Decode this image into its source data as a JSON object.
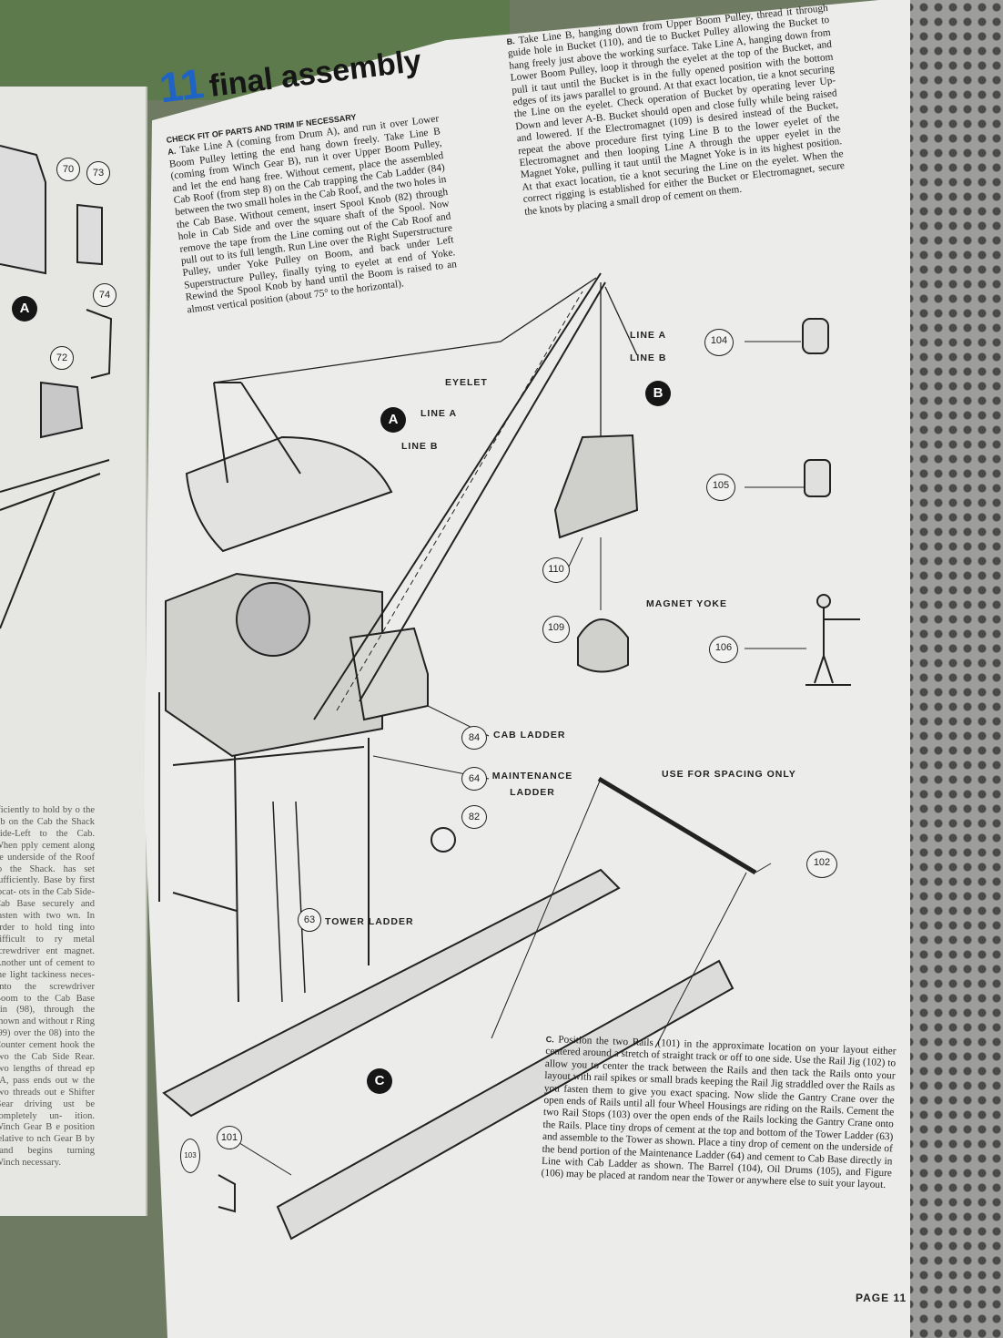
{
  "section": {
    "number": "11",
    "title": "final assembly"
  },
  "step_a": {
    "heading": "CHECK FIT OF PARTS AND TRIM IF NECESSARY",
    "marker": "A.",
    "text": "Take Line A (coming from Drum A), and run it over Lower Boom Pulley letting the end hang down freely. Take Line B (coming from Winch Gear B), run it over Upper Boom Pulley, and let the end hang free. Without cement, place the assembled Cab Roof (from step 8) on the Cab trapping the Cab Ladder (84) between the two small holes in the Cab Roof, and the two holes in the Cab Base. Without cement, insert Spool Knob (82) through hole in Cab Side and over the square shaft of the Spool. Now remove the tape from the Line coming out of the Cab Roof and pull out to its full length. Run Line over the Right Superstructure Pulley, under Yoke Pulley on Boom, and back under Left Superstructure Pulley, finally tying to eyelet at end of Yoke. Rewind the Spool Knob by hand until the Boom is raised to an almost vertical position (about 75° to the horizontal)."
  },
  "step_b": {
    "marker": "B.",
    "text": "Take Line B, hanging down from Upper Boom Pulley, thread it through guide hole in Bucket (110), and tie to Bucket Pulley allowing the Bucket to hang freely just above the working surface. Take Line A, hanging down from Lower Boom Pulley, loop it through the eyelet at the top of the Bucket, and pull it taut until the Bucket is in the fully opened position with the bottom edges of its jaws parallel to ground. At that exact location, tie a knot securing the Line on the eyelet. Check operation of Bucket by operating lever Up-Down and lever A-B. Bucket should open and close fully while being raised and lowered. If the Electromagnet (109) is desired instead of the Bucket, repeat the above procedure first tying Line B to the lower eyelet of the Electromagnet and then looping Line A through the upper eyelet in the Magnet Yoke, pulling it taut until the Magnet Yoke is in its highest position. At that exact location, tie a knot securing the Line on the eyelet. When the correct rigging is established for either the Bucket or Electromagnet, secure the knots by placing a small drop of cement on them."
  },
  "step_c": {
    "marker": "C.",
    "text": "Position the two Rails (101) in the approximate location on your layout either centered around a stretch of straight track or off to one side. Use the Rail Jig (102) to allow you to center the track between the Rails and then tack the Rails onto your layout with rail spikes or small brads keeping the Rail Jig straddled over the Rails as you fasten them to give you exact spacing. Now slide the Gantry Crane over the open ends of Rails until all four Wheel Housings are riding on the Rails. Cement the two Rail Stops (103) over the open ends of the Rails locking the Gantry Crane onto the Rails. Place tiny drops of cement at the top and bottom of the Tower Ladder (63) and assemble to the Tower as shown. Place a tiny drop of cement on the underside of the bend portion of the Maintenance Ladder (64) and cement to Cab Base directly in Line with Cab Ladder as shown. The Barrel (104), Oil Drums (105), and Figure (106) may be placed at random near the Tower or anywhere else to suit your layout."
  },
  "left_page_text": "fficiently to hold by o the rib on the Cab the Shack Side-Left to the Cab. When pply cement along he underside of the Roof to the Shack. has set sufficiently. Base by first locat- ots in the Cab Side- Cab Base securely and fasten with two wn. In order to hold ting into difficult to ry metal screwdriver ent magnet. Another unt of cement to the light tackiness neces- onto the screwdriver Boom to the Cab Base Pin (98), through the shown and without r Ring (99) over the 08) into the Counter cement hook the two the Cab Side Rear. two lengths of thread ep 7A, pass ends out w the two threads out e Shifter Gear driving ust be completely un- ition. Winch Gear B e position relative to nch Gear B by hand begins turning Winch necessary.",
  "left_page_callouts": [
    "70",
    "73",
    "74",
    "72"
  ],
  "left_page_step": "A",
  "diagram_labels": {
    "eyelet": "EYELET",
    "line_a_1": "LINE A",
    "line_b_1": "LINE B",
    "line_a_2": "LINE A",
    "line_b_2": "LINE B",
    "magnet_yoke": "MAGNET YOKE",
    "cab_ladder": "CAB LADDER",
    "maintenance_ladder": "MAINTENANCE LADDER",
    "tower_ladder": "TOWER LADDER",
    "spacing": "USE FOR SPACING ONLY"
  },
  "step_markers": {
    "a": "A",
    "b": "B",
    "c": "C"
  },
  "callouts": {
    "barrel": "104",
    "oil_drums": "105",
    "bucket": "110",
    "electromagnet": "109",
    "figure": "106",
    "cab_ladder": "84",
    "maintenance_ladder": "64",
    "spool_knob": "82",
    "rail_jig": "102",
    "tower_ladder": "63",
    "rails": "101",
    "rail_stops": "103"
  },
  "page_number": "PAGE 11",
  "colors": {
    "section_number": "#1f64c4",
    "paper": "#ececea",
    "ink": "#222222"
  }
}
